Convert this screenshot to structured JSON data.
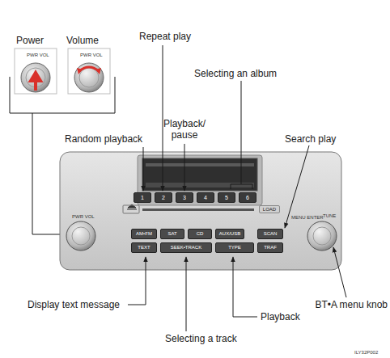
{
  "diagram": {
    "nodes": [
      {
        "text": [
          "1"
        ]
      },
      {
        "text": [
          "2"
        ]
      },
      {
        "text": [
          "3"
        ]
      },
      {
        "text": [
          "4"
        ]
      },
      {
        "text": [
          "5"
        ]
      },
      {
        "text": [
          "6"
        ]
      },
      {
        "text": [
          "LOAD"
        ]
      },
      {
        "text": [
          "AM•FM"
        ]
      },
      {
        "text": [
          "SAT"
        ]
      },
      {
        "text": [
          "CD"
        ]
      },
      {
        "text": [
          "AUX/USB"
        ]
      },
      {
        "text": [
          "SCAN"
        ]
      },
      {
        "text": [
          "TEXT"
        ]
      },
      {
        "text": [
          "SEEK•TRACK"
        ]
      },
      {
        "text": [
          "TYPE"
        ]
      },
      {
        "text": [
          "TRAF"
        ]
      }
    ],
    "labels": [
      "Power",
      "Volume",
      "Repeat play",
      "Selecting an album",
      "Playback/ pause",
      "Random playback",
      "Search play",
      "BT•A menu knob",
      "Display text message",
      "Playback",
      "Selecting a track",
      "ILY32P002",
      "PWR VOL",
      "PWR VOL",
      "PWR VOL",
      "MENU ENTER",
      "TUNE"
    ]
  }
}
